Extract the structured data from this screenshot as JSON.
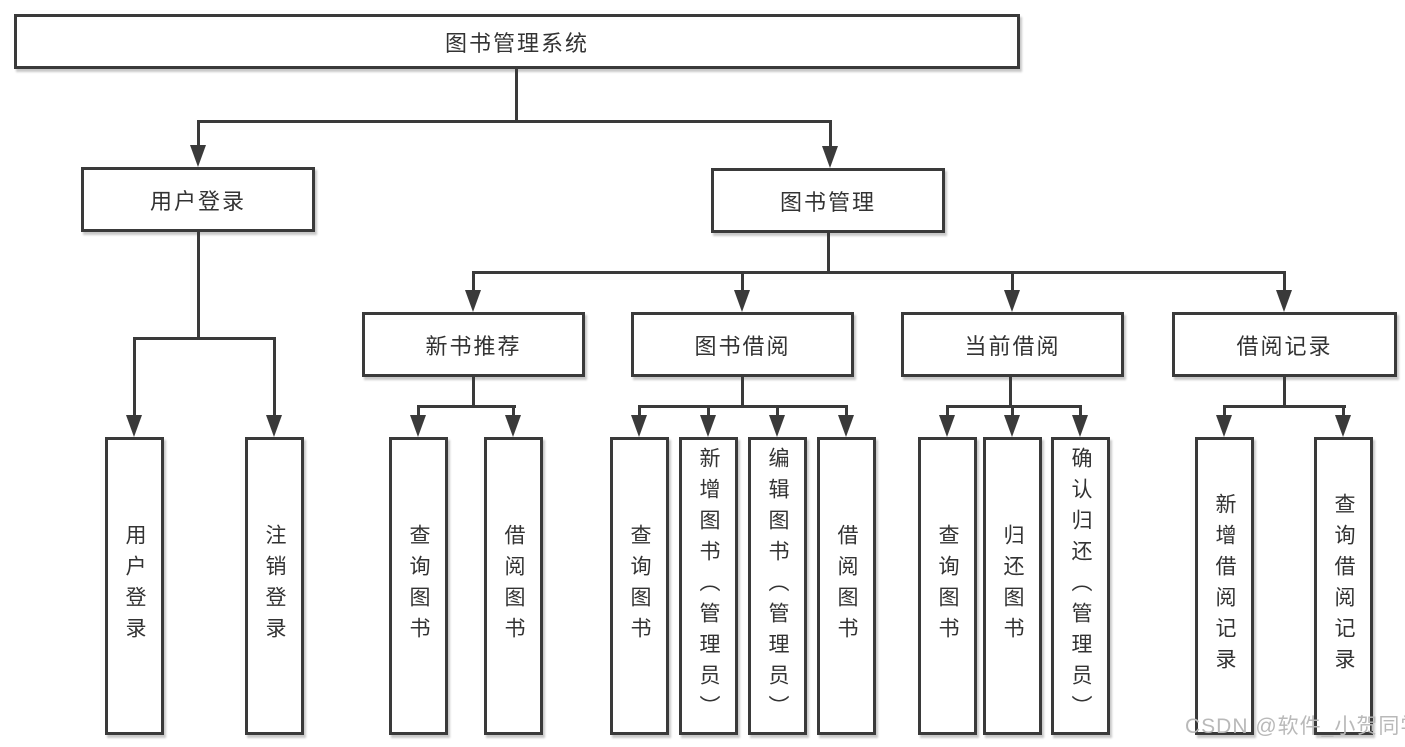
{
  "tree": {
    "root": {
      "label": "图书管理系统"
    },
    "children": [
      {
        "label": "用户登录",
        "children": [
          {
            "label": "用户登录"
          },
          {
            "label": "注销登录"
          }
        ]
      },
      {
        "label": "图书管理",
        "children": [
          {
            "label": "新书推荐",
            "children": [
              {
                "label": "查询图书"
              },
              {
                "label": "借阅图书"
              }
            ]
          },
          {
            "label": "图书借阅",
            "children": [
              {
                "label": "查询图书"
              },
              {
                "label": "新增图书（管理员）"
              },
              {
                "label": "编辑图书（管理员）"
              },
              {
                "label": "借阅图书"
              }
            ]
          },
          {
            "label": "当前借阅",
            "children": [
              {
                "label": "查询图书"
              },
              {
                "label": "归还图书"
              },
              {
                "label": "确认归还（管理员）"
              }
            ]
          },
          {
            "label": "借阅记录",
            "children": [
              {
                "label": "新增借阅记录"
              },
              {
                "label": "查询借阅记录"
              }
            ]
          }
        ]
      }
    ]
  },
  "watermark": "CSDN @软件_小贺同学",
  "colors": {
    "line": "#3a3a3a",
    "text": "#333333",
    "box_background": "#ffffff",
    "watermark": "#b9b9b9"
  }
}
